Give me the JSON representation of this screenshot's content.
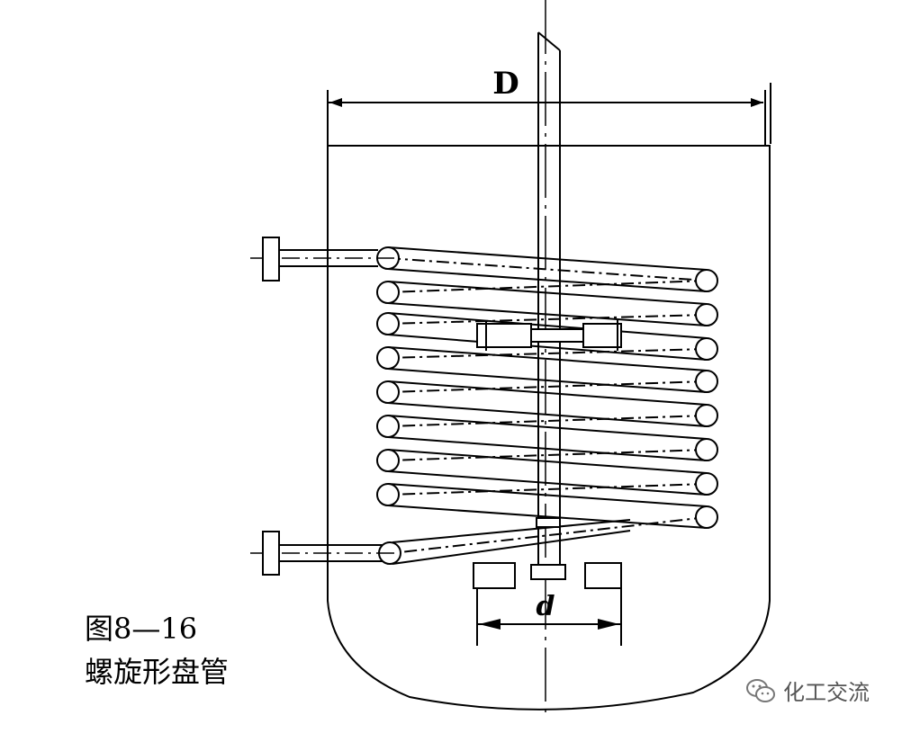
{
  "diagram": {
    "dimension_D": "D",
    "dimension_d": "d"
  },
  "caption": {
    "figure_number": "图8—16",
    "title": "螺旋形盘管"
  },
  "watermark": {
    "icon": "wechat-icon",
    "text": "化工交流"
  }
}
